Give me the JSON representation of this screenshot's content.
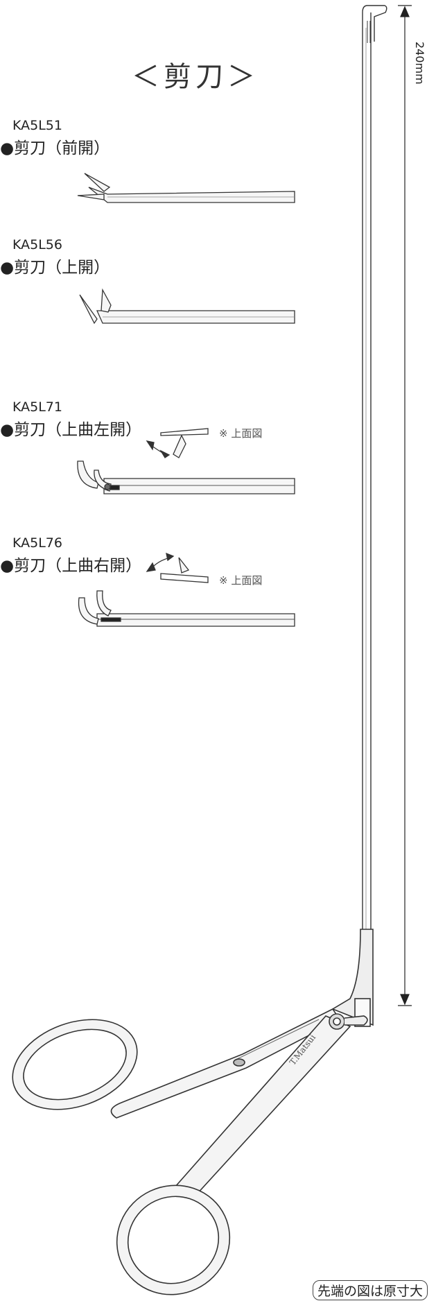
{
  "title": "＜剪刀＞",
  "dimension_label": "240mm",
  "items": [
    {
      "code": "KA5L51",
      "name": "●剪刀（前開）"
    },
    {
      "code": "KA5L56",
      "name": "●剪刀（上開）"
    },
    {
      "code": "KA5L71",
      "name": "●剪刀（上曲左開）",
      "note": "※ 上面図"
    },
    {
      "code": "KA5L76",
      "name": "●剪刀（上曲右開）",
      "note": "※ 上面図"
    }
  ],
  "signature": "T.Matsui",
  "footer_note": "先端の図は原寸大"
}
